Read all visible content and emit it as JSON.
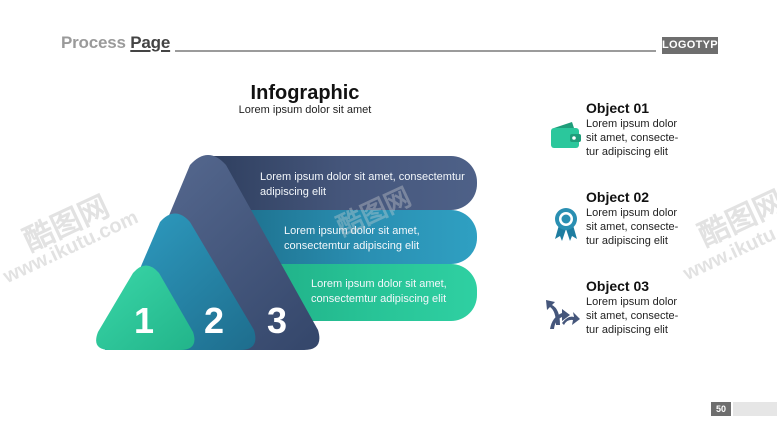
{
  "header": {
    "title_part1": "Process ",
    "title_part2": "Page",
    "logo": "LOGOTYPE"
  },
  "infographic": {
    "title": "Infographic",
    "subtitle": "Lorem ipsum dolor sit amet"
  },
  "steps": [
    {
      "number": "1",
      "text": "Lorem ipsum dolor sit amet, consectemtur adipiscing elit",
      "color": "#2fd0a2"
    },
    {
      "number": "2",
      "text": "Lorem ipsum dolor sit amet, consectemtur adipiscing elit",
      "color": "#2a8fb2"
    },
    {
      "number": "3",
      "text": "Lorem ipsum dolor sit amet, consectemtur adipiscing elit",
      "color": "#45567b"
    }
  ],
  "objects": [
    {
      "title": "Object 01",
      "text": "Lorem ipsum dolor sit amet, consecte-tur adipiscing elit",
      "icon": "wallet-icon",
      "color": "#2bc79c"
    },
    {
      "title": "Object 02",
      "text": "Lorem ipsum dolor sit amet, consecte-tur adipiscing elit",
      "icon": "award-badge-icon",
      "color": "#2a8fb2"
    },
    {
      "title": "Object 03",
      "text": "Lorem ipsum dolor sit amet, consecte-tur adipiscing elit",
      "icon": "branching-arrows-icon",
      "color": "#45567b"
    }
  ],
  "footer": {
    "page_number": "50"
  },
  "watermark": {
    "brand": "酷图网",
    "url": "www.ikutu.com"
  }
}
